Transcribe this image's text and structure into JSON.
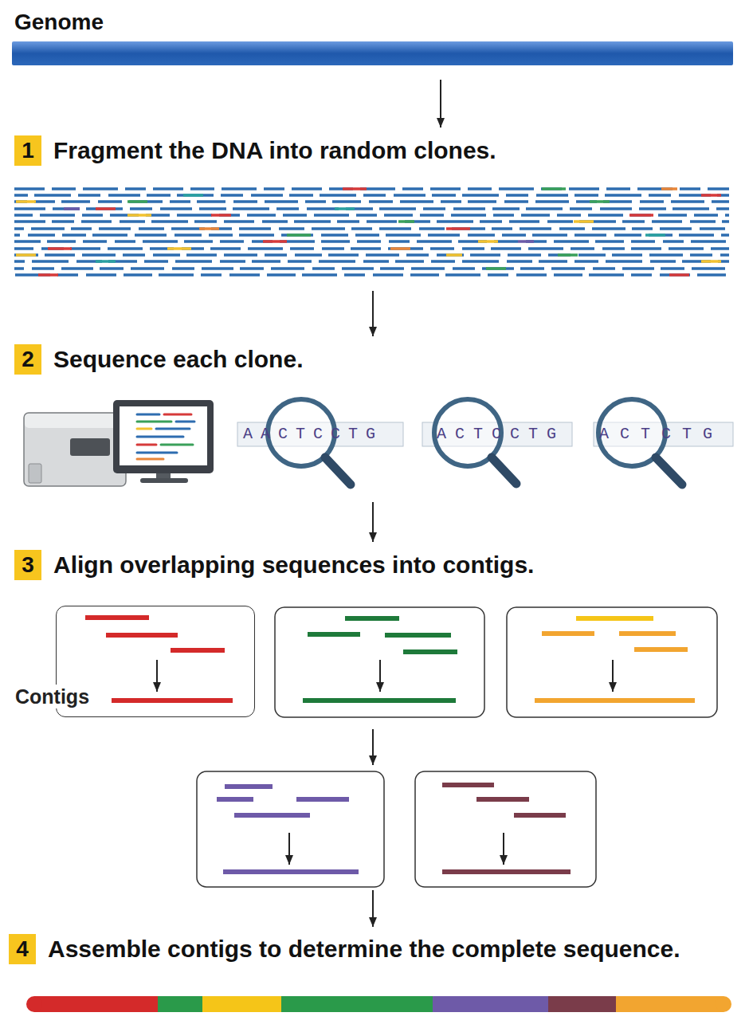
{
  "diagram": {
    "nodes": [
      {
        "text": [
          "Genome"
        ]
      },
      {
        "text": [
          "1",
          "Fragment the DNA into random clones."
        ]
      },
      {
        "text": [
          "2",
          "Sequence each clone."
        ]
      },
      {
        "text": [
          "3",
          "Align overlapping sequences into contigs."
        ]
      },
      {
        "text": [
          "Contigs"
        ],
        "in": 3
      },
      {
        "text": [
          "4",
          "Assemble contigs to determine the complete sequence."
        ]
      }
    ],
    "edges": [
      {
        "from": 0,
        "to": 1,
        "arrow": "to"
      },
      {
        "from": 1,
        "to": 2,
        "arrow": "to"
      },
      {
        "from": 2,
        "to": 3,
        "arrow": "to"
      },
      {
        "from": 3,
        "to": 5,
        "arrow": "to"
      }
    ],
    "labels": [
      "AACTCCTG",
      "ACTCCTG",
      "ACTCTG"
    ]
  }
}
